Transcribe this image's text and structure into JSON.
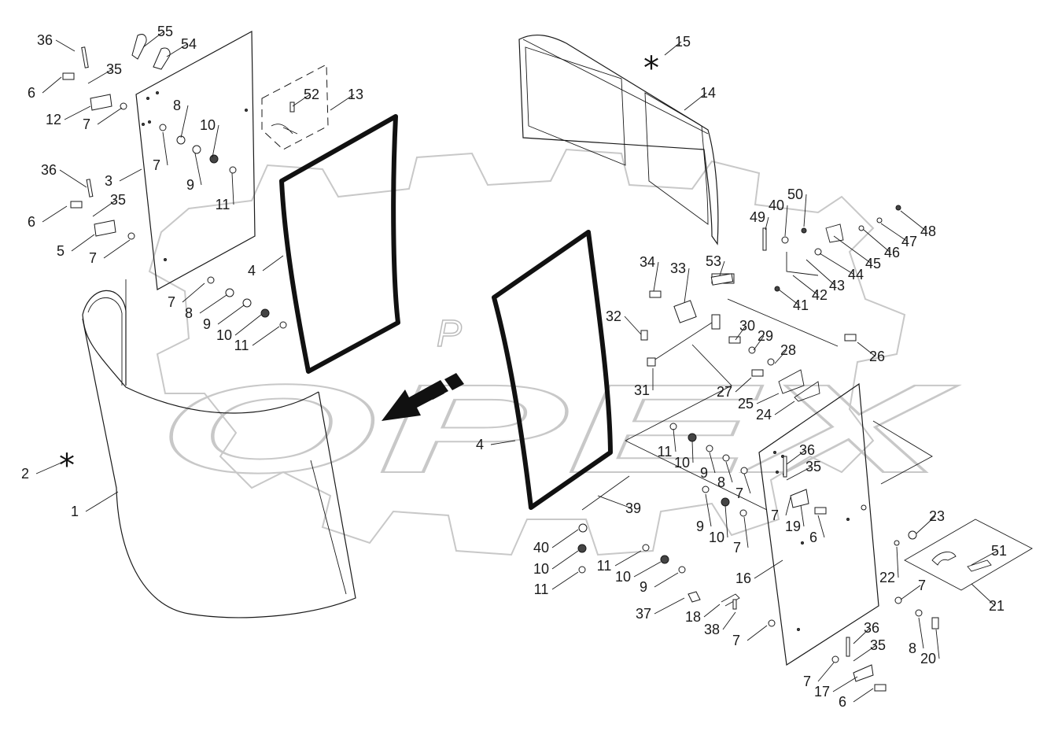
{
  "diagram": {
    "callouts": [
      {
        "label": "36"
      },
      {
        "label": "55"
      },
      {
        "label": "54"
      },
      {
        "label": "35"
      },
      {
        "label": "6"
      },
      {
        "label": "12"
      },
      {
        "label": "7"
      },
      {
        "label": "8"
      },
      {
        "label": "10"
      },
      {
        "label": "52"
      },
      {
        "label": "13"
      },
      {
        "label": "15"
      },
      {
        "label": "14"
      },
      {
        "label": "3"
      },
      {
        "label": "7"
      },
      {
        "label": "9"
      },
      {
        "label": "11"
      },
      {
        "label": "36"
      },
      {
        "label": "35"
      },
      {
        "label": "6"
      },
      {
        "label": "5"
      },
      {
        "label": "7"
      },
      {
        "label": "4"
      },
      {
        "label": "7"
      },
      {
        "label": "8"
      },
      {
        "label": "9"
      },
      {
        "label": "10"
      },
      {
        "label": "11"
      },
      {
        "label": "2"
      },
      {
        "label": "1"
      },
      {
        "label": "4"
      },
      {
        "label": "34"
      },
      {
        "label": "33"
      },
      {
        "label": "53"
      },
      {
        "label": "32"
      },
      {
        "label": "30"
      },
      {
        "label": "29"
      },
      {
        "label": "28"
      },
      {
        "label": "26"
      },
      {
        "label": "31"
      },
      {
        "label": "27"
      },
      {
        "label": "25"
      },
      {
        "label": "24"
      },
      {
        "label": "49"
      },
      {
        "label": "40"
      },
      {
        "label": "50"
      },
      {
        "label": "48"
      },
      {
        "label": "47"
      },
      {
        "label": "46"
      },
      {
        "label": "45"
      },
      {
        "label": "44"
      },
      {
        "label": "43"
      },
      {
        "label": "42"
      },
      {
        "label": "41"
      },
      {
        "label": "11"
      },
      {
        "label": "10"
      },
      {
        "label": "9"
      },
      {
        "label": "8"
      },
      {
        "label": "7"
      },
      {
        "label": "36"
      },
      {
        "label": "35"
      },
      {
        "label": "9"
      },
      {
        "label": "10"
      },
      {
        "label": "7"
      },
      {
        "label": "7"
      },
      {
        "label": "19"
      },
      {
        "label": "6"
      },
      {
        "label": "39"
      },
      {
        "label": "40"
      },
      {
        "label": "10"
      },
      {
        "label": "11"
      },
      {
        "label": "11"
      },
      {
        "label": "10"
      },
      {
        "label": "9"
      },
      {
        "label": "37"
      },
      {
        "label": "18"
      },
      {
        "label": "38"
      },
      {
        "label": "7"
      },
      {
        "label": "16"
      },
      {
        "label": "23"
      },
      {
        "label": "51"
      },
      {
        "label": "22"
      },
      {
        "label": "7"
      },
      {
        "label": "21"
      },
      {
        "label": "8"
      },
      {
        "label": "20"
      },
      {
        "label": "36"
      },
      {
        "label": "35"
      },
      {
        "label": "7"
      },
      {
        "label": "17"
      },
      {
        "label": "6"
      }
    ],
    "watermark": "OPEX",
    "center_letter": "P"
  }
}
